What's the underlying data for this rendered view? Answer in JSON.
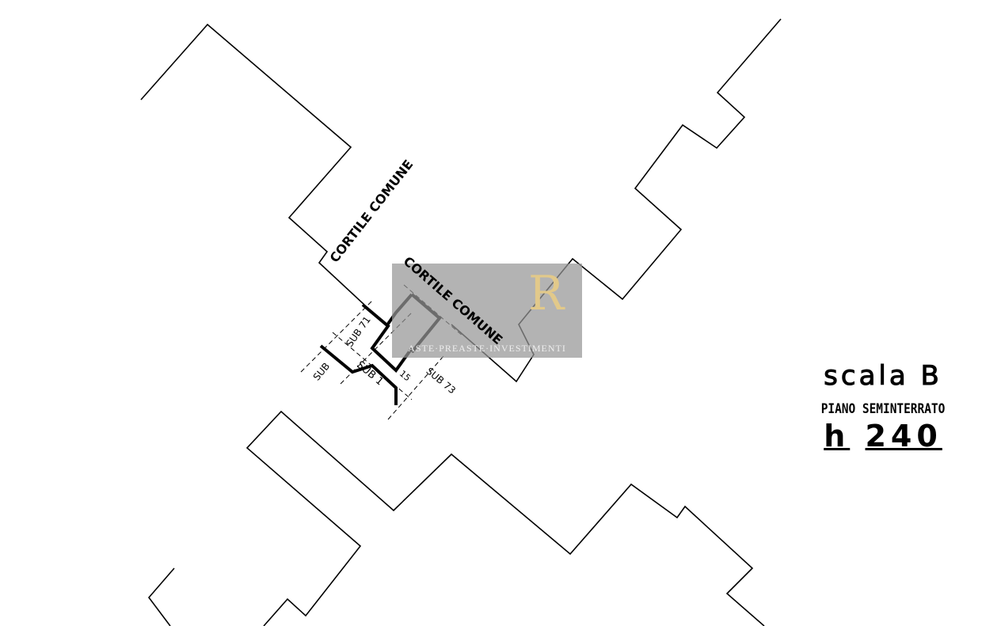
{
  "plan": {
    "labels": {
      "cortile_1": "CORTILE COMUNE",
      "cortile_2": "CORTILE COMUNE",
      "sub_71": "SUB 71",
      "sub_1": "SUB 1",
      "sub_73": "SUB 73",
      "sub_small": "SUB",
      "num_15": "15"
    }
  },
  "legend": {
    "scala": "scala B",
    "piano": "PIANO SEMINTERRATO",
    "h_label": "h",
    "h_value": "240"
  },
  "watermark": {
    "logo": "R",
    "text": "ASTE·PREASTE·INVESTIMENTI"
  }
}
